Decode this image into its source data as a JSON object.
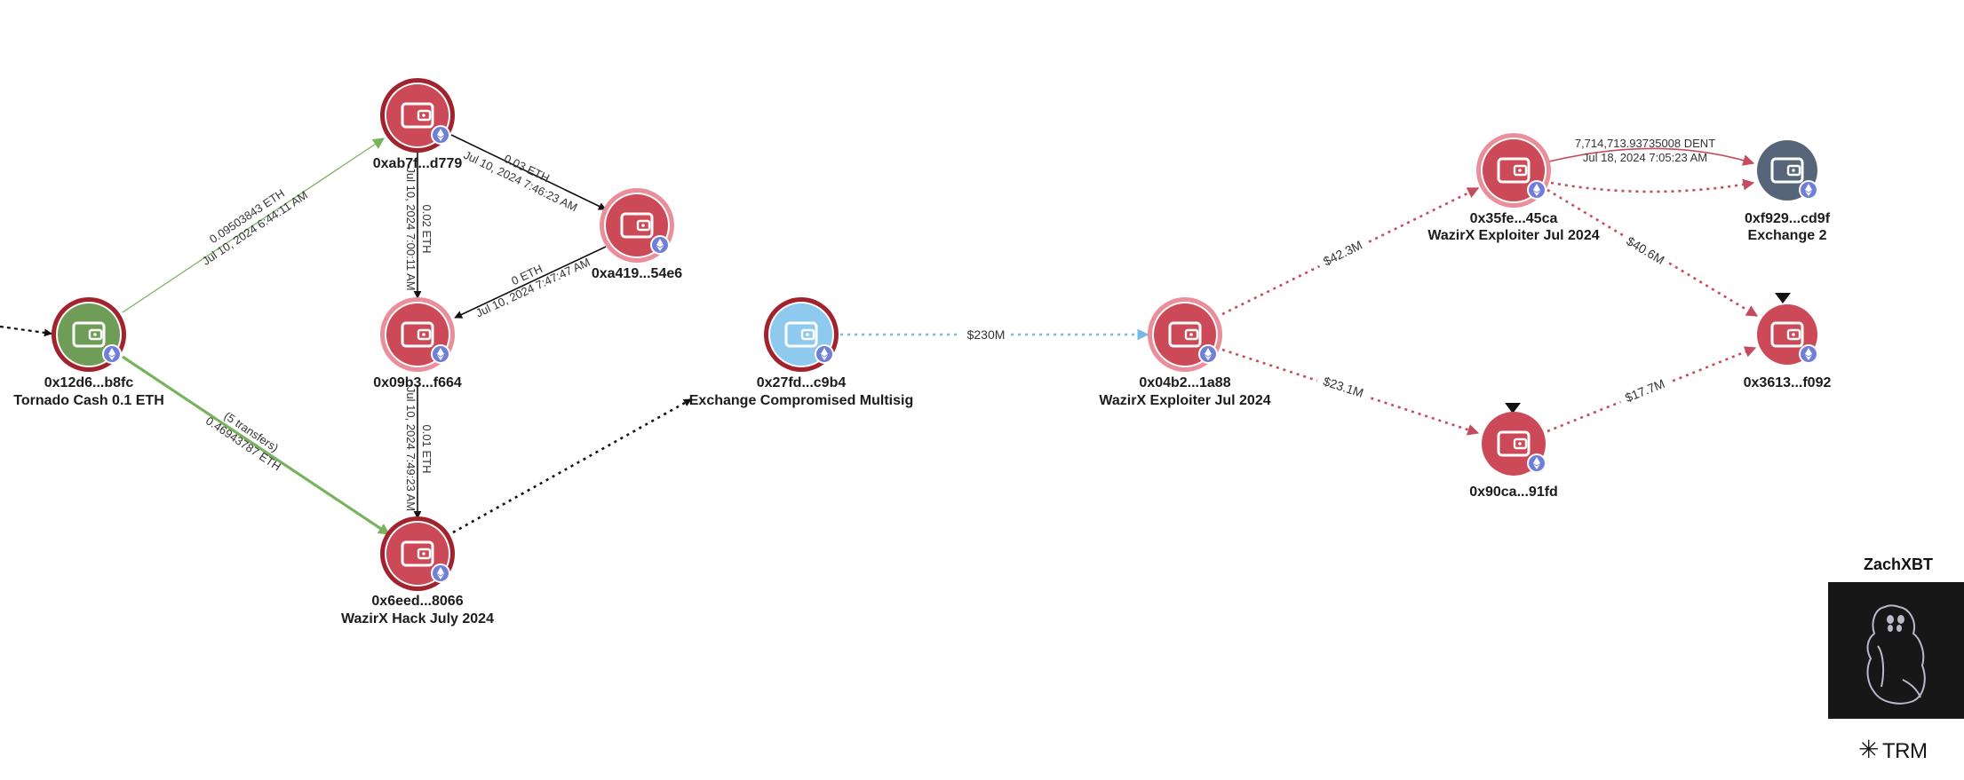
{
  "graph": {
    "nodes": [
      {
        "id": "n1",
        "address": "0x12d6...b8fc",
        "label": "Tornado Cash 0.1 ETH",
        "type": "green"
      },
      {
        "id": "n2",
        "address": "0xab7f...d779",
        "label": "",
        "type": "red"
      },
      {
        "id": "n3",
        "address": "0xa419...54e6",
        "label": "",
        "type": "pink"
      },
      {
        "id": "n4",
        "address": "0x09b3...f664",
        "label": "",
        "type": "pink"
      },
      {
        "id": "n5",
        "address": "0x6eed...8066",
        "label": "WazirX Hack July 2024",
        "type": "red"
      },
      {
        "id": "n6",
        "address": "0x27fd...c9b4",
        "label": "Exchange Compromised Multisig",
        "type": "blue"
      },
      {
        "id": "n7",
        "address": "0x04b2...1a88",
        "label": "WazirX Exploiter Jul 2024",
        "type": "pink"
      },
      {
        "id": "n8",
        "address": "0x35fe...45ca",
        "label": "WazirX Exploiter Jul 2024",
        "type": "pink"
      },
      {
        "id": "n9",
        "address": "0x90ca...91fd",
        "label": "",
        "type": "pink"
      },
      {
        "id": "n10",
        "address": "0xf929...cd9f",
        "label": "Exchange 2",
        "type": "gray"
      },
      {
        "id": "n11",
        "address": "0x3613...f092",
        "label": "",
        "type": "pink"
      }
    ],
    "edges": [
      {
        "from": "n1",
        "to": "n2",
        "line1": "0.09503843 ETH",
        "line2": "Jul 10, 2024 6:44:11 AM"
      },
      {
        "from": "n1",
        "to": "n5",
        "line1": "(5 transfers)",
        "line2": "0.46943787 ETH"
      },
      {
        "from": "n2",
        "to": "n3",
        "line1": "0.03 ETH",
        "line2": "Jul 10, 2024 7:46:23 AM"
      },
      {
        "from": "n2",
        "to": "n4",
        "line1": "0.02 ETH",
        "line2": "Jul 10, 2024 7:00:11 AM"
      },
      {
        "from": "n3",
        "to": "n4",
        "line1": "0 ETH",
        "line2": "Jul 10, 2024 7:47:47 AM"
      },
      {
        "from": "n4",
        "to": "n5",
        "line1": "0.01 ETH",
        "line2": "Jul 10, 2024 7:49:23 AM"
      },
      {
        "from": "n6",
        "to": "n7",
        "line1": "$230M",
        "line2": ""
      },
      {
        "from": "n7",
        "to": "n8",
        "line1": "$42.3M",
        "line2": ""
      },
      {
        "from": "n7",
        "to": "n9",
        "line1": "$23.1M",
        "line2": ""
      },
      {
        "from": "n8",
        "to": "n10",
        "line1": "7,714,713.93735008 DENT",
        "line2": "Jul 18, 2024 7:05:23 AM"
      },
      {
        "from": "n8",
        "to": "n11",
        "line1": "$40.6M",
        "line2": ""
      },
      {
        "from": "n9",
        "to": "n11",
        "line1": "$17.7M",
        "line2": ""
      }
    ]
  },
  "brand": {
    "author": "ZachXBT",
    "logo_text": "TRM",
    "logo_icon": "asterisk-star-icon",
    "avatar_icon": "penguin-sketch-icon"
  },
  "colors": {
    "red_node": "#cc4a57",
    "pink_ring": "#e98e9a",
    "dark_ring": "#a2232d",
    "green_node": "#6f9d58",
    "blue_node": "#8ec9ee",
    "gray_node": "#56657a",
    "eth_badge": "#6f7fd9",
    "green_edge": "#79b360",
    "red_edge": "#c54b5e",
    "blue_edge": "#76b8e6",
    "black_edge": "#111111"
  }
}
